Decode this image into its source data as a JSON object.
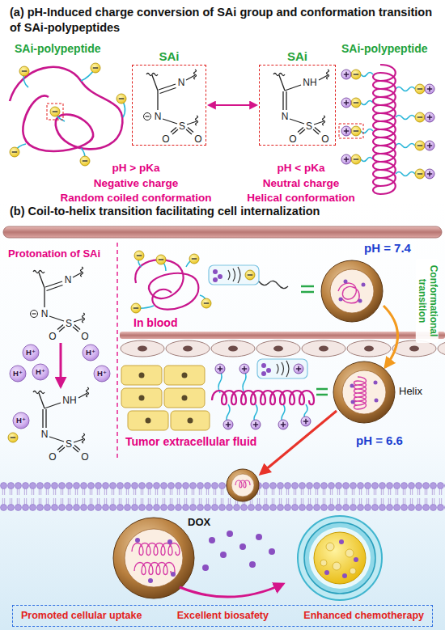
{
  "diagram": {
    "nodes": [
      {
        "text": [
          "SAi"
        ]
      },
      {
        "text": [
          "SAi"
        ]
      },
      {
        "text": [
          "Promoted cellular uptake",
          "Excellent biosafety",
          "Enhanced chemotherapy"
        ]
      }
    ],
    "edges": [
      {
        "from": 0,
        "to": 1,
        "arrow": "both"
      }
    ],
    "labels": [
      "(a) pH-Induced charge conversion of SAi group and conformation transition of SAi-polypeptides",
      "SAi-polypeptide",
      "SAi-polypeptide",
      "N",
      "N",
      "S",
      "O",
      "O",
      "NH",
      "N",
      "S",
      "O",
      "O",
      "pH > pKa",
      "Negative charge",
      "Random coiled conformation",
      "pH < pKa",
      "Neutral charge",
      "Helical conformation",
      "(b) Coil-to-helix transition facilitating cell internalization",
      "Protonation of SAi",
      "N",
      "N",
      "S",
      "O",
      "O",
      "H⁺",
      "H⁺",
      "H⁺",
      "H⁺",
      "H⁺",
      "NH",
      "N",
      "S",
      "O",
      "O",
      "H⁺",
      "pH = 7.4",
      "In blood",
      "Conformational transition",
      "Helix",
      "Tumor extracellular fluid",
      "pH = 6.6",
      "DOX"
    ]
  }
}
